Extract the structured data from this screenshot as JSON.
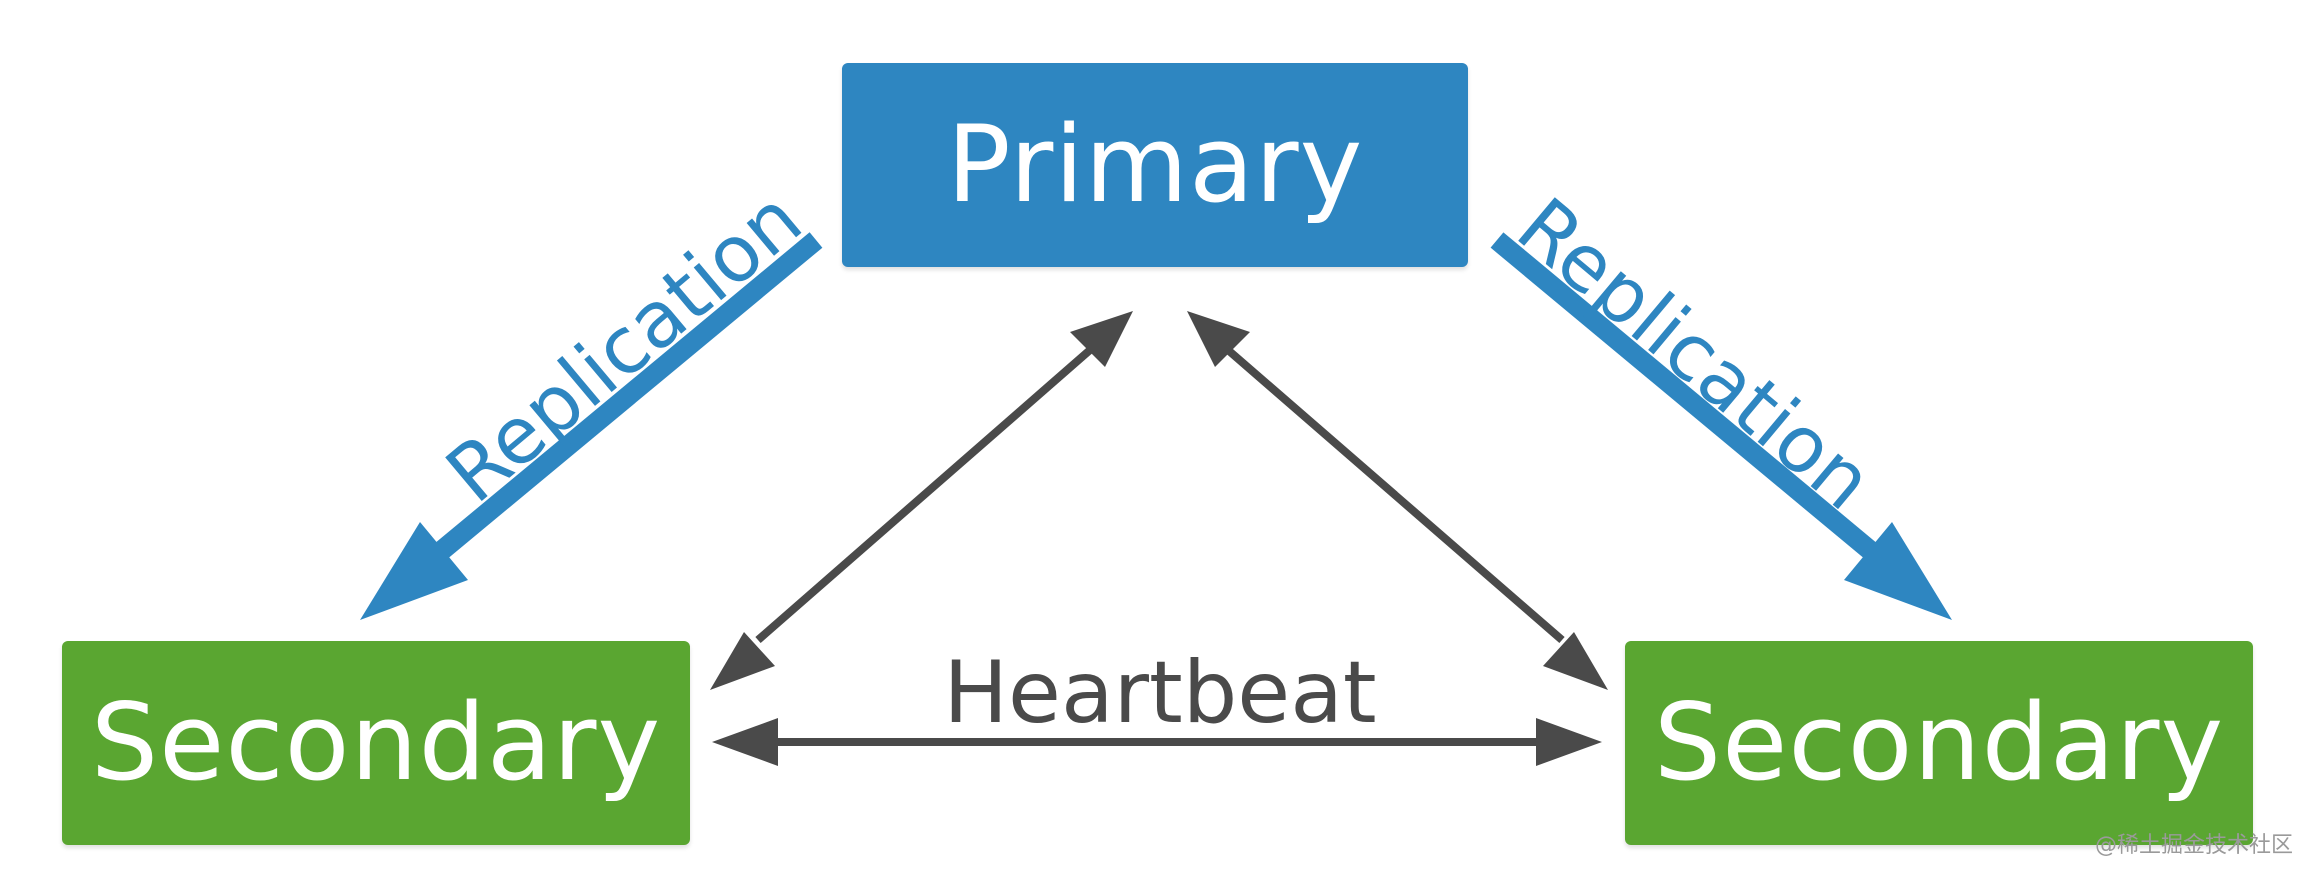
{
  "colors": {
    "primary_node": "#2E86C1",
    "secondary_node": "#5AA631",
    "replication": "#2E86C1",
    "heartbeat": "#4a4a4a",
    "node_text": "#ffffff"
  },
  "nodes": {
    "primary": {
      "label": "Primary"
    },
    "secondary_left": {
      "label": "Secondary"
    },
    "secondary_right": {
      "label": "Secondary"
    }
  },
  "edges": {
    "replication_left": {
      "label": "Replication"
    },
    "replication_right": {
      "label": "Replication"
    },
    "heartbeat": {
      "label": "Heartbeat"
    }
  },
  "watermark": {
    "text": "@稀土掘金技术社区"
  }
}
